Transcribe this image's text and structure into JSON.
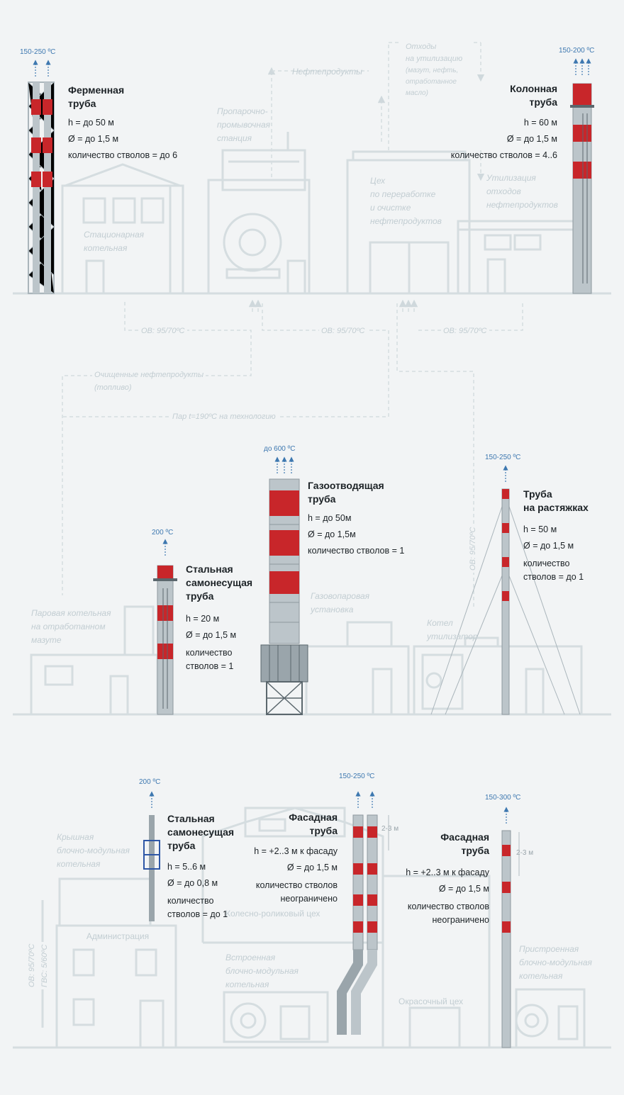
{
  "colors": {
    "pipe_red": "#c8262a",
    "pipe_grey": "#bcc5ca",
    "pipe_dark": "#8e999f",
    "ghost_line": "#cfd8dc",
    "temp_blue": "#3e78b0",
    "text_dark": "#1c2226",
    "background": "#f2f4f5"
  },
  "top": {
    "truss": {
      "temp": "150-250 ºС",
      "title": "Ферменная\nтруба",
      "height": "h = до 50 м",
      "diameter": "Ø = до 1,5 м",
      "barrels": "количество стволов = до 6"
    },
    "column": {
      "temp": "150-200 ºС",
      "title": "Колонная\nтруба",
      "height": "h = 60 м",
      "diameter": "Ø = до 1,5 м",
      "barrels": "количество стволов = 4..6"
    },
    "boiler_station": "Стационарная\nкотельная",
    "steam_station": "Пропарочно-\nпромывочная\nстанция",
    "oil_shop": "Цех\nпо переработке\nи очистке\nнефтепродуктов",
    "waste_disposal": "Утилизация\nотходов\nнефтепродуктов",
    "oil_products": "Нефтепродукты",
    "waste_title": "Отходы\nна утилизацию",
    "waste_detail": "(мазут, нефть,\nотработанное\nмасло)",
    "ov_1": "ОВ: 95/70ºС",
    "ov_2": "ОВ: 95/70ºС",
    "ov_3": "ОВ: 95/70ºС",
    "cleaned_products": "Очищенные нефтепродукты\n(топливо)",
    "steam_line": "Пар t=190ºС на технологию"
  },
  "middle": {
    "gas": {
      "temp": "до 600 ºС",
      "title": "Газоотводящая\nтруба",
      "height": "h = до 50м",
      "diameter": "Ø = до 1,5м",
      "barrels": "количество стволов = 1"
    },
    "steel": {
      "temp": "200 ºС",
      "title": "Стальная\nсамонесущая\nтруба",
      "height": "h = 20 м",
      "diameter": "Ø = до 1,5 м",
      "barrels": "количество\nстволов = 1"
    },
    "guyed": {
      "temp": "150-250 ºС",
      "title": "Труба\nна растяжках",
      "height": "h = 50 м",
      "diameter": "Ø = до 1,5 м",
      "barrels": "количество\nстволов = до 1"
    },
    "steam_boiler": "Паровая котельная\nна отработанном\nмазуте",
    "gas_steam_unit": "Газовопаровая\nустановка",
    "waste_heat_boiler": "Котел\nутилизатор",
    "ov_vertical": "ОВ: 95/70ºС"
  },
  "bottom": {
    "roof_steel": {
      "temp": "200 ºС",
      "title": "Стальная\nсамонесущая\nтруба",
      "height": "h = 5..6 м",
      "diameter": "Ø = до 0,8 м",
      "barrels": "количество\nстволов = до 1"
    },
    "facade_1": {
      "temp": "150-250 ºС",
      "title": "Фасадная\nтруба",
      "height": "h = +2..3 м к фасаду",
      "diameter": "Ø = до 1,5 м",
      "barrels": "количество стволов\nнеограничено",
      "dim": "2-3 м"
    },
    "facade_2": {
      "temp": "150-300 ºС",
      "title": "Фасадная\nтруба",
      "height": "h = +2..3 м к фасаду",
      "diameter": "Ø = до 1,5 м",
      "barrels": "количество стволов\nнеограничено",
      "dim": "2-3 м"
    },
    "roof_boiler": "Крышная\nблочно-модульная\nкотельная",
    "admin": "Администрация",
    "wheel_shop": "Колесно-роликовый цех",
    "built_in_boiler": "Встроенная\nблочно-модульная\nкотельная",
    "attached_boiler": "Пристроенная\nблочно-модульная\nкотельная",
    "paint_shop": "Окрасочный цех",
    "ov_vertical": "ОВ: 95/70ºС",
    "gvs_vertical": "ГВС: 5/60ºС"
  }
}
